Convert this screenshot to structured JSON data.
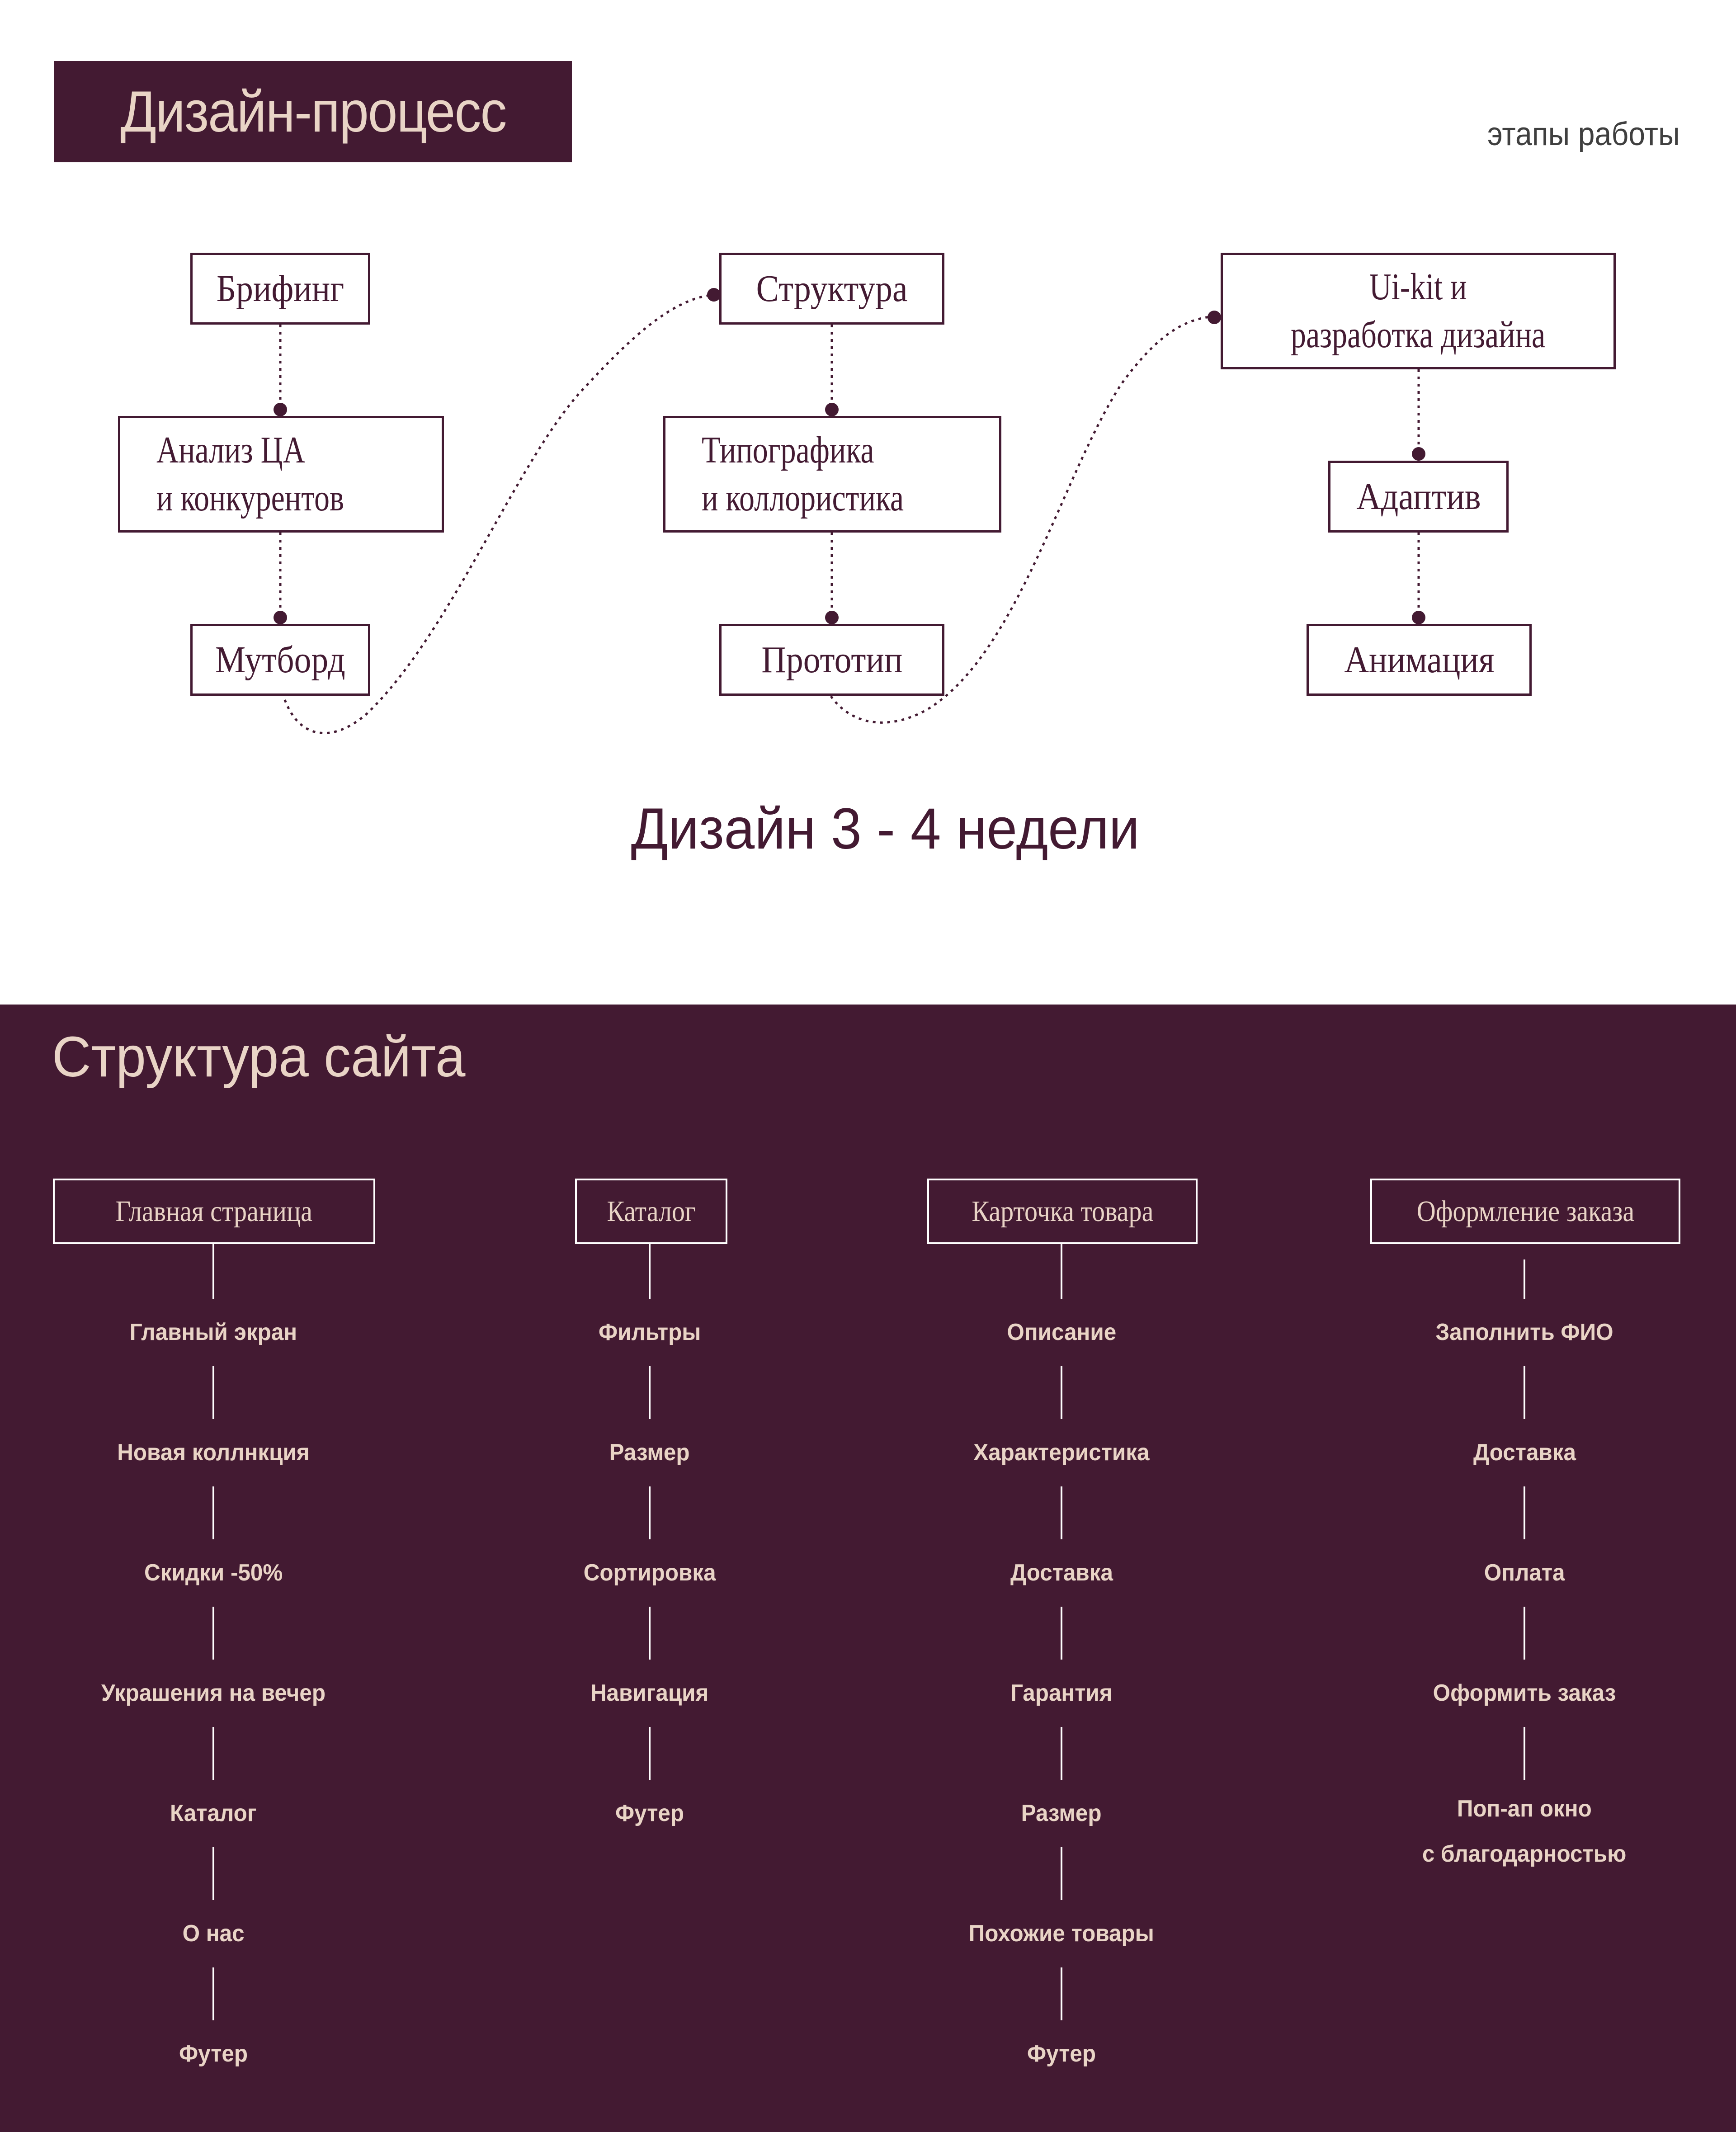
{
  "header": {
    "title": "Дизайн-процесс",
    "subtitle": "этапы работы"
  },
  "process": {
    "columns": [
      {
        "steps": [
          {
            "lines": [
              "Брифинг"
            ]
          },
          {
            "lines": [
              "Анализ ЦА",
              "и конкурентов"
            ]
          },
          {
            "lines": [
              "Мутборд"
            ]
          }
        ]
      },
      {
        "steps": [
          {
            "lines": [
              "Структура"
            ]
          },
          {
            "lines": [
              "Типографика",
              "и коллористика"
            ]
          },
          {
            "lines": [
              "Прототип"
            ]
          }
        ]
      },
      {
        "steps": [
          {
            "lines": [
              "Ui-kit и",
              "разработка дизайна"
            ]
          },
          {
            "lines": [
              "Адаптив"
            ]
          },
          {
            "lines": [
              "Анимация"
            ]
          }
        ]
      }
    ],
    "duration": "Дизайн 3 - 4 недели"
  },
  "site_structure": {
    "title": "Структура сайта",
    "columns": [
      {
        "heading": "Главная страница",
        "items": [
          "Главный экран",
          "Новая коллнкция",
          "Скидки -50%",
          "Украшения на вечер",
          "Каталог",
          "О нас",
          "Футер"
        ]
      },
      {
        "heading": "Каталог",
        "items": [
          "Фильтры",
          "Размер",
          "Сортировка",
          "Навигация",
          "Футер"
        ]
      },
      {
        "heading": "Карточка товара",
        "items": [
          "Описание",
          "Характеристика",
          "Доставка",
          "Гарантия",
          "Размер",
          "Похожие товары",
          "Футер"
        ]
      },
      {
        "heading": "Оформление заказа",
        "items": [
          "Заполнить ФИО",
          "Доставка",
          "Оплата",
          "Оформить заказ",
          "Поп-ап окно\nс благодарностью"
        ]
      }
    ]
  },
  "colors": {
    "brand": "#431a32",
    "accent_text": "#e9d4c6",
    "line_light": "#ffffff",
    "subtitle": "#3f3f3f",
    "background": "#ffffff"
  }
}
